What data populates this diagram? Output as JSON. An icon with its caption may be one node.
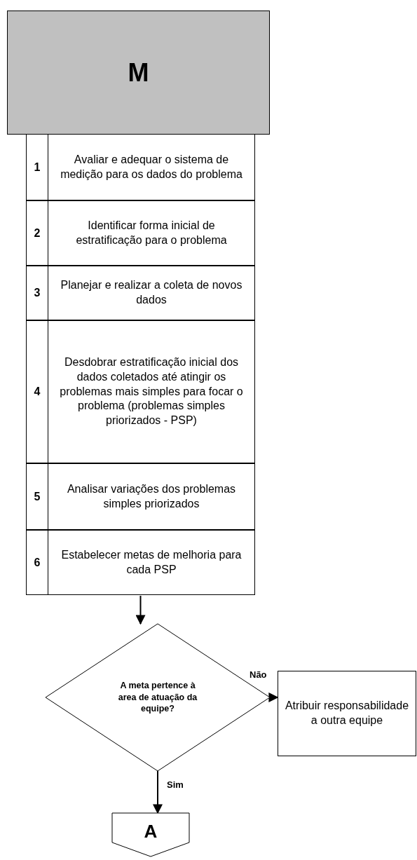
{
  "diagram": {
    "nodes": [
      {
        "text": [
          "M"
        ]
      },
      {
        "text": [
          "1",
          "Avaliar e adequar o sistema de medição para os dados do problema"
        ]
      },
      {
        "text": [
          "2",
          "Identificar forma inicial de estratificação para o problema"
        ]
      },
      {
        "text": [
          "3",
          "Planejar e realizar a coleta de novos dados"
        ]
      },
      {
        "text": [
          "4",
          "Desdobrar estratificação inicial dos dados coletados até atingir os problemas mais simples para focar o problema (problemas simples priorizados - PSP)"
        ]
      },
      {
        "text": [
          "5",
          "Analisar variações dos problemas  simples priorizados"
        ]
      },
      {
        "text": [
          "6",
          "Estabelecer metas de melhoria para cada PSP"
        ]
      },
      {
        "text": [
          "A meta pertence à area de atuação da equipe?"
        ]
      },
      {
        "text": [
          "Atribuir responsabilidade a outra equipe"
        ]
      },
      {
        "text": [
          "A"
        ]
      }
    ],
    "edges": [
      {
        "from": 6,
        "to": 7,
        "arrow": "to"
      },
      {
        "from": 7,
        "to": 8,
        "arrow": "to",
        "label": "Não"
      },
      {
        "from": 7,
        "to": 9,
        "arrow": "to",
        "label": "Sim"
      }
    ]
  }
}
